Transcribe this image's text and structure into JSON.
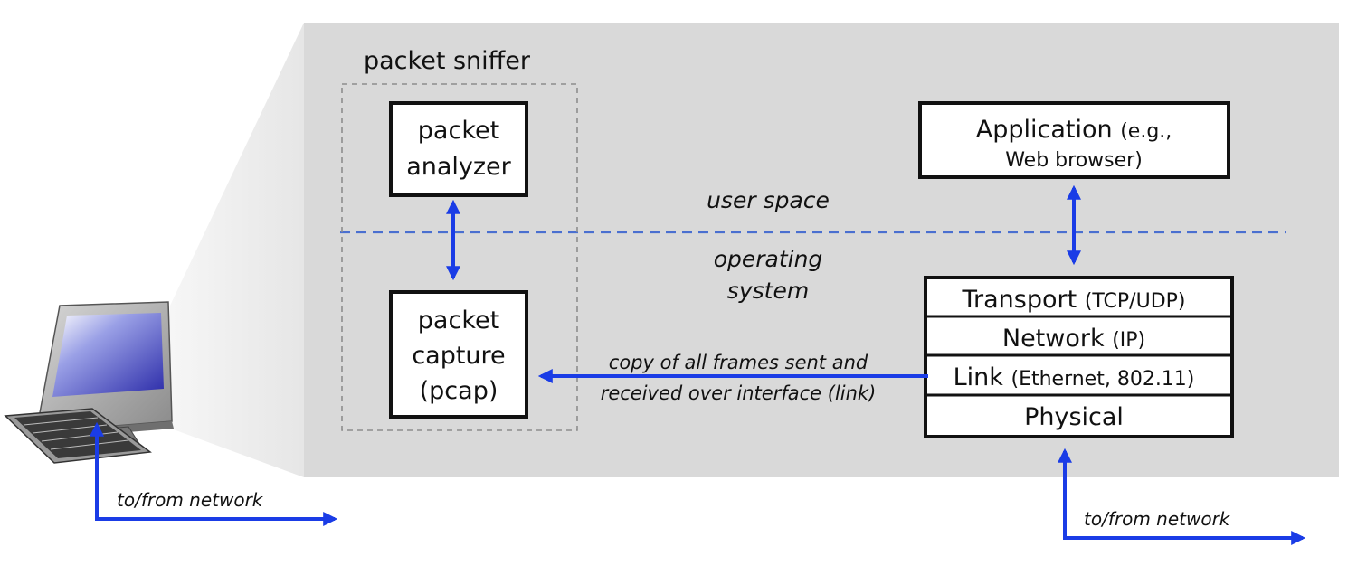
{
  "labels": {
    "packet_sniffer": "packet sniffer",
    "packet_analyzer_1": "packet",
    "packet_analyzer_2": "analyzer",
    "packet_capture_1": "packet",
    "packet_capture_2": "capture",
    "packet_capture_3": "(pcap)",
    "application_main": "Application",
    "application_paren": "(e.g.,",
    "application_line2": "Web browser)",
    "user_space": "user space",
    "os_1": "operating",
    "os_2": "system",
    "copy_1": "copy of all frames sent and",
    "copy_2": "received over interface (link)",
    "to_from_left": "to/from network",
    "to_from_right": "to/from network"
  },
  "layers": [
    {
      "name": "Transport",
      "detail": "(TCP/UDP)"
    },
    {
      "name": "Network",
      "detail": "(IP)"
    },
    {
      "name": "Link",
      "detail": "(Ethernet, 802.11)"
    },
    {
      "name": "Physical",
      "detail": ""
    }
  ],
  "colors": {
    "arrow": "#1a3ce6",
    "divider": "#4a6fd0",
    "panel": "#d9d9d9",
    "panel_shadow": "#eeeeee"
  }
}
